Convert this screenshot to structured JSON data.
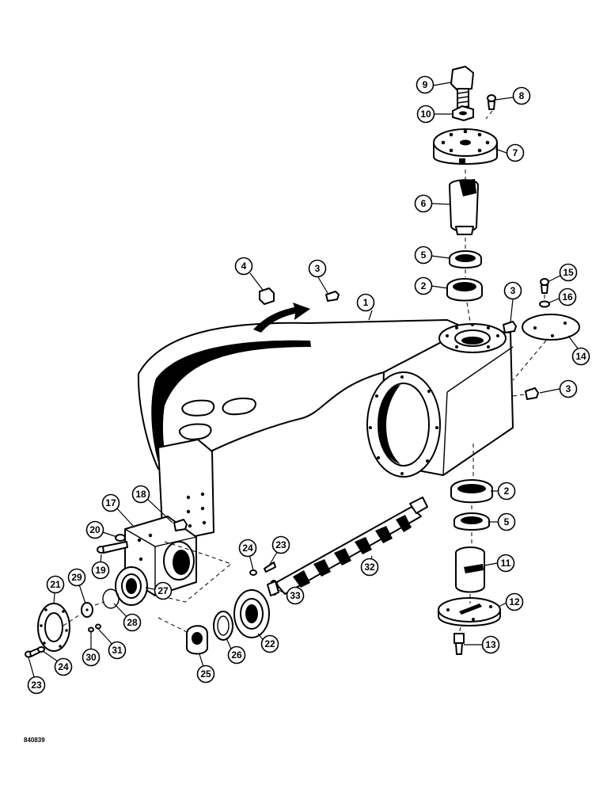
{
  "figure_id": "840839",
  "callouts": [
    {
      "label": "1"
    },
    {
      "label": "2"
    },
    {
      "label": "2"
    },
    {
      "label": "3"
    },
    {
      "label": "3"
    },
    {
      "label": "3"
    },
    {
      "label": "4"
    },
    {
      "label": "5"
    },
    {
      "label": "5"
    },
    {
      "label": "6"
    },
    {
      "label": "7"
    },
    {
      "label": "8"
    },
    {
      "label": "9"
    },
    {
      "label": "10"
    },
    {
      "label": "11"
    },
    {
      "label": "12"
    },
    {
      "label": "13"
    },
    {
      "label": "14"
    },
    {
      "label": "15"
    },
    {
      "label": "16"
    },
    {
      "label": "17"
    },
    {
      "label": "18"
    },
    {
      "label": "19"
    },
    {
      "label": "20"
    },
    {
      "label": "21"
    },
    {
      "label": "22"
    },
    {
      "label": "23"
    },
    {
      "label": "23"
    },
    {
      "label": "24"
    },
    {
      "label": "24"
    },
    {
      "label": "25"
    },
    {
      "label": "26"
    },
    {
      "label": "27"
    },
    {
      "label": "28"
    },
    {
      "label": "29"
    },
    {
      "label": "30"
    },
    {
      "label": "31"
    },
    {
      "label": "32"
    },
    {
      "label": "33"
    }
  ]
}
